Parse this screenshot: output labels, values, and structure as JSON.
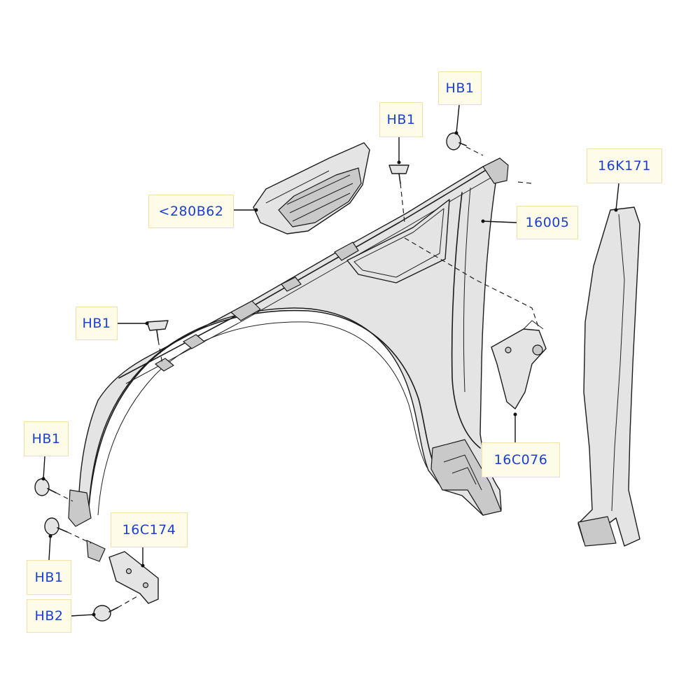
{
  "labels": {
    "hb1_top_right": "HB1",
    "hb1_top_mid": "HB1",
    "vent_280b62": "<280B62",
    "hb1_mid_left": "HB1",
    "part_16005": "16005",
    "part_16k171": "16K171",
    "part_16c076": "16C076",
    "hb1_left_upper": "HB1",
    "hb1_left_lower": "HB1",
    "part_16c174": "16C174",
    "hb2_bottom": "HB2"
  }
}
